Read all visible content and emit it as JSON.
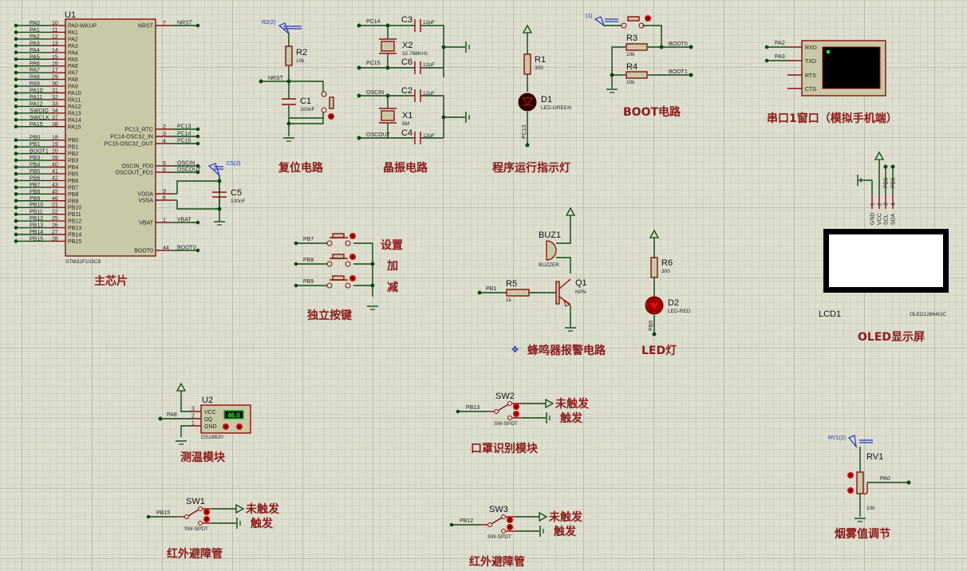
{
  "colors": {
    "background": "#dfdfd0",
    "grid_minor": "#c4c5b6",
    "grid_major": "#b6b7a8",
    "wire": "#0b4a10",
    "pin": "#8b0f0f",
    "component_body": "#c9c9a8",
    "label_cn": "#8b1a1a",
    "probe": "#2233bb"
  },
  "mcu": {
    "ref": "U1",
    "part": "STM32F103C8",
    "title": "主芯片",
    "left_pins": [
      {
        "net": "PA0",
        "num": "10",
        "name": "PA0-WKUP"
      },
      {
        "net": "PA1",
        "num": "11",
        "name": "PA1"
      },
      {
        "net": "PA2",
        "num": "12",
        "name": "PA2"
      },
      {
        "net": "PA3",
        "num": "13",
        "name": "PA3"
      },
      {
        "net": "PA4",
        "num": "14",
        "name": "PA4"
      },
      {
        "net": "PA5",
        "num": "15",
        "name": "PA5"
      },
      {
        "net": "PA6",
        "num": "16",
        "name": "PA6"
      },
      {
        "net": "PA7",
        "num": "17",
        "name": "PA7"
      },
      {
        "net": "PA8",
        "num": "29",
        "name": "PA8"
      },
      {
        "net": "PA9",
        "num": "30",
        "name": "PA9"
      },
      {
        "net": "PA10",
        "num": "31",
        "name": "PA10"
      },
      {
        "net": "PA11",
        "num": "32",
        "name": "PA11"
      },
      {
        "net": "PA12",
        "num": "33",
        "name": "PA12"
      },
      {
        "net": "SWDIO",
        "num": "34",
        "name": "PA13"
      },
      {
        "net": "SWCLK",
        "num": "37",
        "name": "PA14"
      },
      {
        "net": "PA15",
        "num": "38",
        "name": "PA15"
      },
      {
        "net": "PB0",
        "num": "18",
        "name": "PB0"
      },
      {
        "net": "PB1",
        "num": "19",
        "name": "PB1"
      },
      {
        "net": "BOOT1",
        "num": "20",
        "name": "PB2"
      },
      {
        "net": "PB3",
        "num": "39",
        "name": "PB3"
      },
      {
        "net": "PB4",
        "num": "40",
        "name": "PB4"
      },
      {
        "net": "PB5",
        "num": "41",
        "name": "PB5"
      },
      {
        "net": "PB6",
        "num": "42",
        "name": "PB6"
      },
      {
        "net": "PB7",
        "num": "43",
        "name": "PB7"
      },
      {
        "net": "PB8",
        "num": "45",
        "name": "PB8"
      },
      {
        "net": "PB9",
        "num": "46",
        "name": "PB9"
      },
      {
        "net": "PB10",
        "num": "21",
        "name": "PB10"
      },
      {
        "net": "PB11",
        "num": "22",
        "name": "PB11"
      },
      {
        "net": "PB12",
        "num": "25",
        "name": "PB12"
      },
      {
        "net": "PB13",
        "num": "26",
        "name": "PB13"
      },
      {
        "net": "PB14",
        "num": "27",
        "name": "PB14"
      },
      {
        "net": "PB15",
        "num": "28",
        "name": "PB15"
      }
    ],
    "right_pins": [
      {
        "net": "NRST",
        "num": "7",
        "name": "NRST",
        "row": 0
      },
      {
        "net": "PC13",
        "num": "2",
        "name": "PC13_RTC",
        "row": 15
      },
      {
        "net": "PC14",
        "num": "3",
        "name": "PC14-OSC32_IN",
        "row": 16
      },
      {
        "net": "PC15",
        "num": "4",
        "name": "PC15-OSC32_OUT",
        "row": 17
      },
      {
        "net": "OSCIN",
        "num": "5",
        "name": "OSCIN_PD0",
        "row": 20
      },
      {
        "net": "OSCOUT",
        "num": "6",
        "name": "OSCOUT_PD1",
        "row": 21
      },
      {
        "net": "",
        "num": "9",
        "name": "VDDA",
        "row": 24
      },
      {
        "net": "",
        "num": "8",
        "name": "VSSA",
        "row": 25
      },
      {
        "net": "VBAT",
        "num": "1",
        "name": "VBAT",
        "row": 28
      },
      {
        "net": "BOOT0",
        "num": "44",
        "name": "BOOT0",
        "row": 31
      }
    ],
    "decoupling": {
      "ref": "C5",
      "value": "100nF",
      "probe": "C5(2)"
    }
  },
  "reset": {
    "title": "复位电路",
    "probe": "R2(2)",
    "resistor": {
      "ref": "R2",
      "value": "10k"
    },
    "cap": {
      "ref": "C1",
      "value": "100nF"
    },
    "net": "NRST"
  },
  "crystal": {
    "title": "晶振电路",
    "x2": {
      "ref": "X2",
      "value": "32.768KHz",
      "net_top": "PC14",
      "net_bot": "PC15",
      "c_top": {
        "ref": "C3",
        "value": "12pF"
      },
      "c_bot": {
        "ref": "C6",
        "value": "12pF"
      }
    },
    "x1": {
      "ref": "X1",
      "value": "8M",
      "net_top": "OSCIN",
      "net_bot": "OSCOUT",
      "c_top": {
        "ref": "C2",
        "value": "12pF"
      },
      "c_bot": {
        "ref": "C4",
        "value": "12pF"
      }
    }
  },
  "run_led": {
    "title": "程序运行指示灯",
    "resistor": {
      "ref": "R1",
      "value": "300"
    },
    "led": {
      "ref": "D1",
      "value": "LED-GREEN"
    },
    "net": "PC13"
  },
  "boot": {
    "title": "BOOT电路",
    "probe": "(1)",
    "r3": {
      "ref": "R3",
      "value": "10k",
      "net": "BOOT0"
    },
    "r4": {
      "ref": "R4",
      "value": "10k",
      "net": "BOOT1"
    }
  },
  "uart": {
    "title": "串口1窗口（模拟手机端）",
    "pins": [
      {
        "name": "RXD",
        "net": "PA2"
      },
      {
        "name": "TXD",
        "net": "PA3"
      },
      {
        "name": "RTS",
        "net": ""
      },
      {
        "name": "CTS",
        "net": ""
      }
    ]
  },
  "oled": {
    "title": "OLED显示屏",
    "ref": "LCD1",
    "part": "OLED12864I2C",
    "pins": [
      {
        "num": "1",
        "name": "GND",
        "net": ""
      },
      {
        "num": "2",
        "name": "VCC",
        "net": ""
      },
      {
        "num": "3",
        "name": "SCL",
        "net": "PB5"
      },
      {
        "num": "4",
        "name": "SDA",
        "net": "PB6"
      }
    ]
  },
  "keys": {
    "title": "独立按键",
    "items": [
      {
        "net": "PB7",
        "label": "设置"
      },
      {
        "net": "PB8",
        "label": "加"
      },
      {
        "net": "PB9",
        "label": "减"
      }
    ]
  },
  "buzzer": {
    "title": "蜂鸣器报警电路",
    "buz": {
      "ref": "BUZ1",
      "value": "BUZZER"
    },
    "resistor": {
      "ref": "R5",
      "value": "1k"
    },
    "transistor": {
      "ref": "Q1",
      "value": "NPN"
    },
    "net": "PB1"
  },
  "led": {
    "title": "LED灯",
    "resistor": {
      "ref": "R6",
      "value": "300"
    },
    "led": {
      "ref": "D2",
      "value": "LED-RED"
    },
    "net": "PB0"
  },
  "temp": {
    "title": "测温模块",
    "ref": "U2",
    "part": "DS18B20",
    "reading": "46.0",
    "pins": [
      {
        "num": "3",
        "name": "VCC"
      },
      {
        "num": "2",
        "name": "DQ"
      },
      {
        "num": "1",
        "name": "GND"
      }
    ],
    "net": "PA8"
  },
  "mask": {
    "title": "口罩识别模块",
    "ref": "SW2",
    "part": "SW-SPDT",
    "net": "PB13",
    "state_off": "未触发",
    "state_on": "触发"
  },
  "ir1": {
    "title": "红外避障管",
    "ref": "SW1",
    "part": "SW-SPDT",
    "net": "PB15",
    "state_off": "未触发",
    "state_on": "触发"
  },
  "ir2": {
    "title": "红外避障管",
    "ref": "SW3",
    "part": "SW-SPDT",
    "net": "PB12",
    "state_off": "未触发",
    "state_on": "触发"
  },
  "smoke": {
    "title": "烟雾值调节",
    "ref": "RV1",
    "value": "10k",
    "probe": "RV1(2)",
    "net": "PA0"
  }
}
